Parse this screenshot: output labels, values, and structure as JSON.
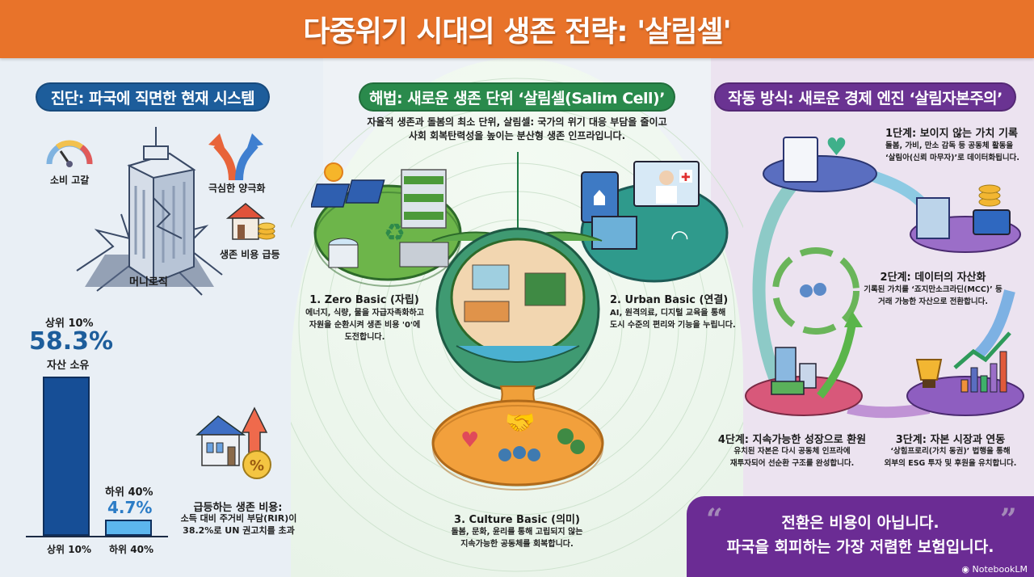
{
  "header": {
    "title": "다중위기 시대의 생존 전략: '살림셀'"
  },
  "left": {
    "section_title": "진단: 파국에 직면한 현재 시스템",
    "crisis_labels": {
      "consumption": "소비 고갈",
      "polarization": "극심한 양극화",
      "cost": "생존 비용 급등",
      "money_logic": "머니로직"
    },
    "wealth": {
      "top_label": "상위 10%",
      "top_value": "58.3%",
      "top_caption": "자산 소유",
      "bottom_label": "하위 40%",
      "bottom_value": "4.7%",
      "axis_top": "상위 10%",
      "axis_bottom": "하위 40%"
    },
    "housing": {
      "title": "급등하는 생존 비용:",
      "line1": "소득 대비 주거비 부담(RIR)이",
      "line2": "38.2%로 UN 권고치를 초과"
    }
  },
  "center": {
    "section_title": "해법: 새로운 생존 단위 ‘살림셀(Salim Cell)’",
    "intro_line1": "자율적 생존과 돌봄의 최소 단위, 살림셀: 국가의 위기 대응 부담을 줄이고",
    "intro_line2": "사회 회복탄력성을 높이는 분산형 생존 인프라입니다.",
    "basics": [
      {
        "title": "1. Zero Basic (자립)",
        "line1": "에너지, 식량, 물을 자급자족화하고",
        "line2": "자원을 순환시켜 생존 비용 '0'에",
        "line3": "도전합니다."
      },
      {
        "title": "2. Urban Basic (연결)",
        "line1": "AI, 원격의료, 디지털 교육을 통해",
        "line2": "도시 수준의 편리와 기능을 누립니다."
      },
      {
        "title": "3. Culture Basic (의미)",
        "line1": "돌봄, 문화, 윤리를 통해 고립되지 않는",
        "line2": "지속가능한 공동체를 회복합니다."
      }
    ]
  },
  "right": {
    "section_title": "작동 방식: 새로운 경제 엔진 ‘살림자본주의’",
    "steps": [
      {
        "title": "1단계: 보이지 않는 가치 기록",
        "line1": "돌봄, 가비, 만소 감독 등 공동체 활동을",
        "line2": "‘살림아(신뢰 마무자)’로 데이터화됩니다."
      },
      {
        "title": "2단계: 데이터의 자산화",
        "line1": "기록된 가치를 ‘죠지만소크라딘(MCC)’ 등",
        "line2": "거래 가능한 자산으로 전환합니다."
      },
      {
        "title": "3단계: 자본 시장과 연동",
        "line1": "‘상힘프로리(가치 동권)’ 법행을 통해",
        "line2": "외부의 ESG 투자 및 후원을 유치합니다."
      },
      {
        "title": "4단계: 지속가능한 성장으로 환원",
        "line1": "유치된 자본은 다시 공동체 인프라에",
        "line2": "재투자되어 선순환 구조를 완성합니다."
      }
    ],
    "quote": {
      "line1": "전환은 비용이 아닙니다.",
      "line2": "파국을 회피하는 가장 저렴한 보험입니다.",
      "open_mark": "“",
      "close_mark": "”"
    },
    "watermark": "NotebookLM"
  },
  "colors": {
    "header": "#e8732a",
    "blue": "#1d5d9b",
    "green": "#2a8a4c",
    "purple": "#6a3392"
  }
}
